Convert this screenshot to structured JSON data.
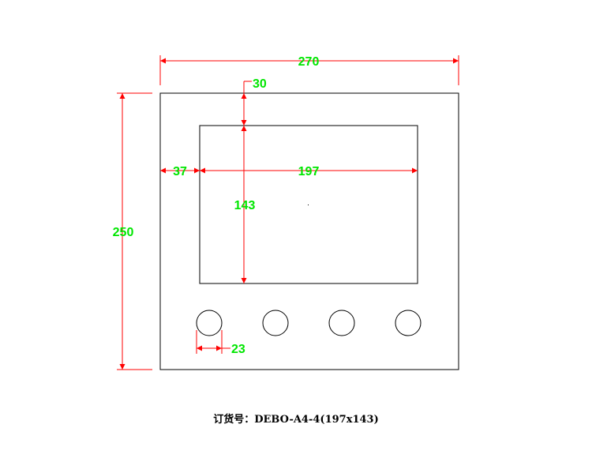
{
  "colors": {
    "outline": "#000000",
    "dimension": "#ff0000",
    "dimension_text": "#00e600"
  },
  "dimensions": {
    "overall_width": "270",
    "overall_height": "250",
    "top_offset": "30",
    "left_offset": "37",
    "window_width": "197",
    "window_height": "143",
    "hole_diameter": "23"
  },
  "holes": {
    "count": 4
  },
  "caption": "订货号：DEBO-A4-4(197x143)"
}
